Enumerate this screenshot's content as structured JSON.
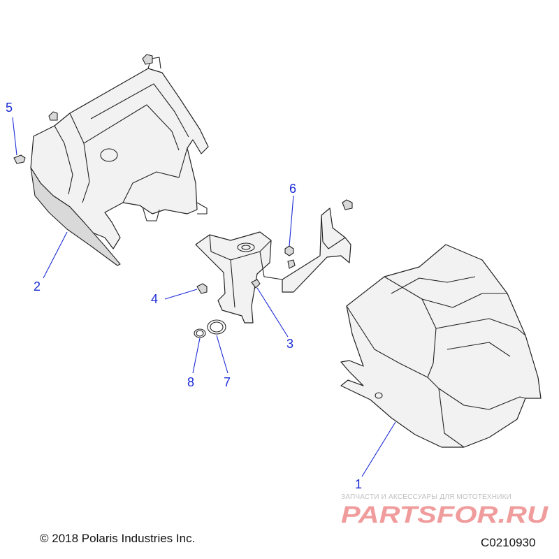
{
  "callouts": [
    {
      "id": "1",
      "label": "1"
    },
    {
      "id": "2",
      "label": "2"
    },
    {
      "id": "3",
      "label": "3"
    },
    {
      "id": "4",
      "label": "4"
    },
    {
      "id": "5",
      "label": "5"
    },
    {
      "id": "6",
      "label": "6"
    },
    {
      "id": "7",
      "label": "7"
    },
    {
      "id": "8",
      "label": "8"
    }
  ],
  "footer": {
    "copyright": "© 2018 Polaris Industries Inc.",
    "drawing_number": "C0210930"
  },
  "watermark": {
    "tagline": "ЗАПЧАСТИ И АКСЕССУАРЫ ДЛЯ МОТОТЕХНИКИ",
    "logo_text": "PARTSFOR.RU"
  },
  "colors": {
    "callout": "#1a2bd6",
    "watermark_logo": "#e34a4a",
    "watermark_tagline": "#c0c0c0"
  }
}
